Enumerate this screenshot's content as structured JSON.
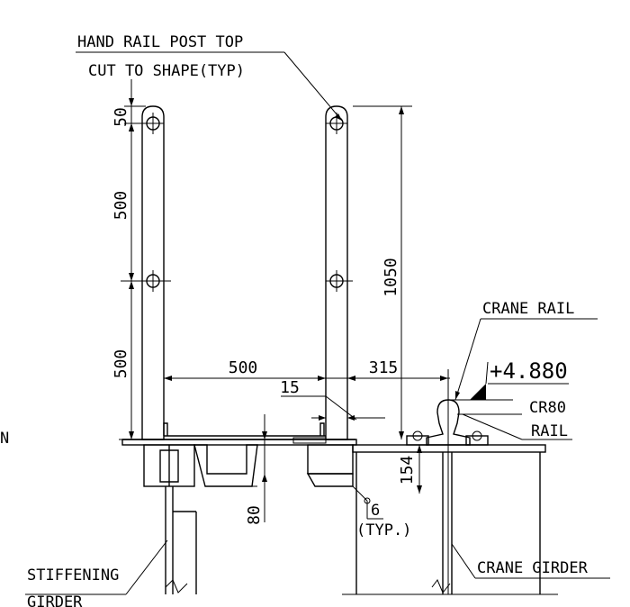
{
  "labels": {
    "handrail_line1": "HAND RAIL POST TOP",
    "handrail_line2": "CUT TO SHAPE(TYP)",
    "crane_rail": "CRANE RAIL",
    "elevation": "+4.880",
    "cr80": "CR80",
    "rail": "RAIL",
    "stiffening_line1": "STIFFENING",
    "stiffening_line2": "GIRDER",
    "crane_girder": "CRANE GIRDER",
    "weld_size": "6",
    "weld_typ": "(TYP.)",
    "edge_letter": "N"
  },
  "dimensions": {
    "top_offset": "50",
    "upper_post": "500",
    "lower_post": "500",
    "post_height": "1050",
    "post_spacing": "500",
    "rail_offset": "315",
    "plate": "15",
    "girder_gap": "154",
    "beam_depth": "80"
  }
}
